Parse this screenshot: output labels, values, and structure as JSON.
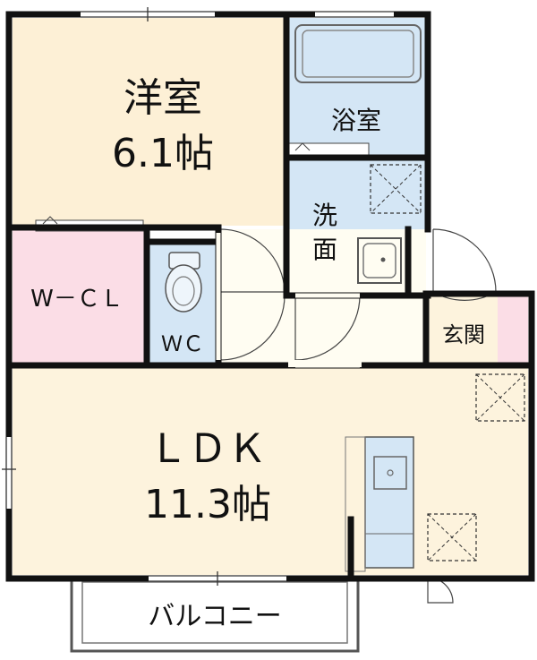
{
  "rooms": {
    "western_room": {
      "name": "洋室",
      "size": "6.1帖"
    },
    "bathroom": {
      "name": "浴室"
    },
    "washroom": {
      "name_line1": "洗",
      "name_line2": "面"
    },
    "walk_in_closet": {
      "name": "W－ＣＬ"
    },
    "toilet": {
      "name": "ＷＣ"
    },
    "entrance": {
      "name": "玄関"
    },
    "ldk": {
      "name": "ＬＤＫ",
      "size": "11.3帖"
    },
    "balcony": {
      "name": "バルコニー"
    }
  },
  "colors": {
    "wall": "#111111",
    "western_floor": "#fdf0d6",
    "ldk_floor": "#fdf3dd",
    "wet_area": "#d4e6f5",
    "closet": "#fbdde6",
    "entrance_floor": "#fdf3dd",
    "hall_floor": "#fffdf2"
  }
}
